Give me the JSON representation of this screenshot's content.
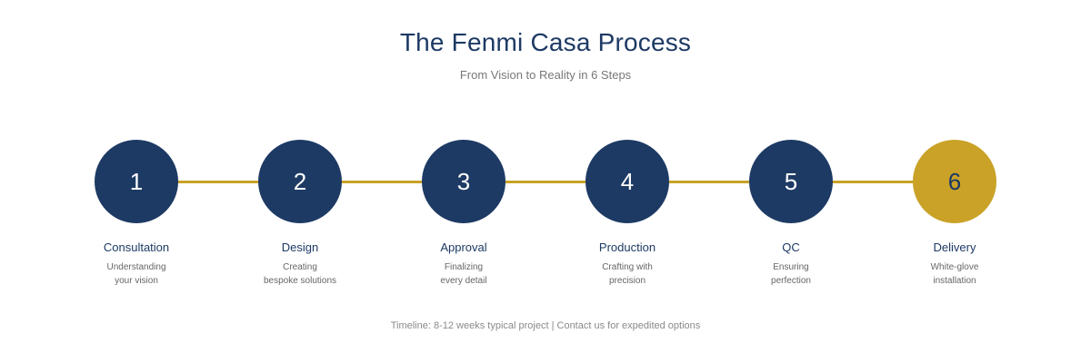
{
  "header": {
    "title": "The Fenmi Casa Process",
    "subtitle": "From Vision to Reality in 6 Steps"
  },
  "colors": {
    "navy": "#1d3a64",
    "gold": "#c9a227",
    "background": "#ffffff",
    "subtitle_gray": "#777777",
    "description_gray": "#666666",
    "footer_gray": "#8a8a8a"
  },
  "timeline": {
    "connector_color": "#c9a227",
    "steps": [
      {
        "number": "1",
        "label": "Consultation",
        "description": "Understanding\nyour vision",
        "highlight": false
      },
      {
        "number": "2",
        "label": "Design",
        "description": "Creating\nbespoke solutions",
        "highlight": false
      },
      {
        "number": "3",
        "label": "Approval",
        "description": "Finalizing\nevery detail",
        "highlight": false
      },
      {
        "number": "4",
        "label": "Production",
        "description": "Crafting with\nprecision",
        "highlight": false
      },
      {
        "number": "5",
        "label": "QC",
        "description": "Ensuring\nperfection",
        "highlight": false
      },
      {
        "number": "6",
        "label": "Delivery",
        "description": "White-glove\ninstallation",
        "highlight": true
      }
    ]
  },
  "footer": {
    "note": "Timeline: 8-12 weeks typical project | Contact us for expedited options"
  }
}
